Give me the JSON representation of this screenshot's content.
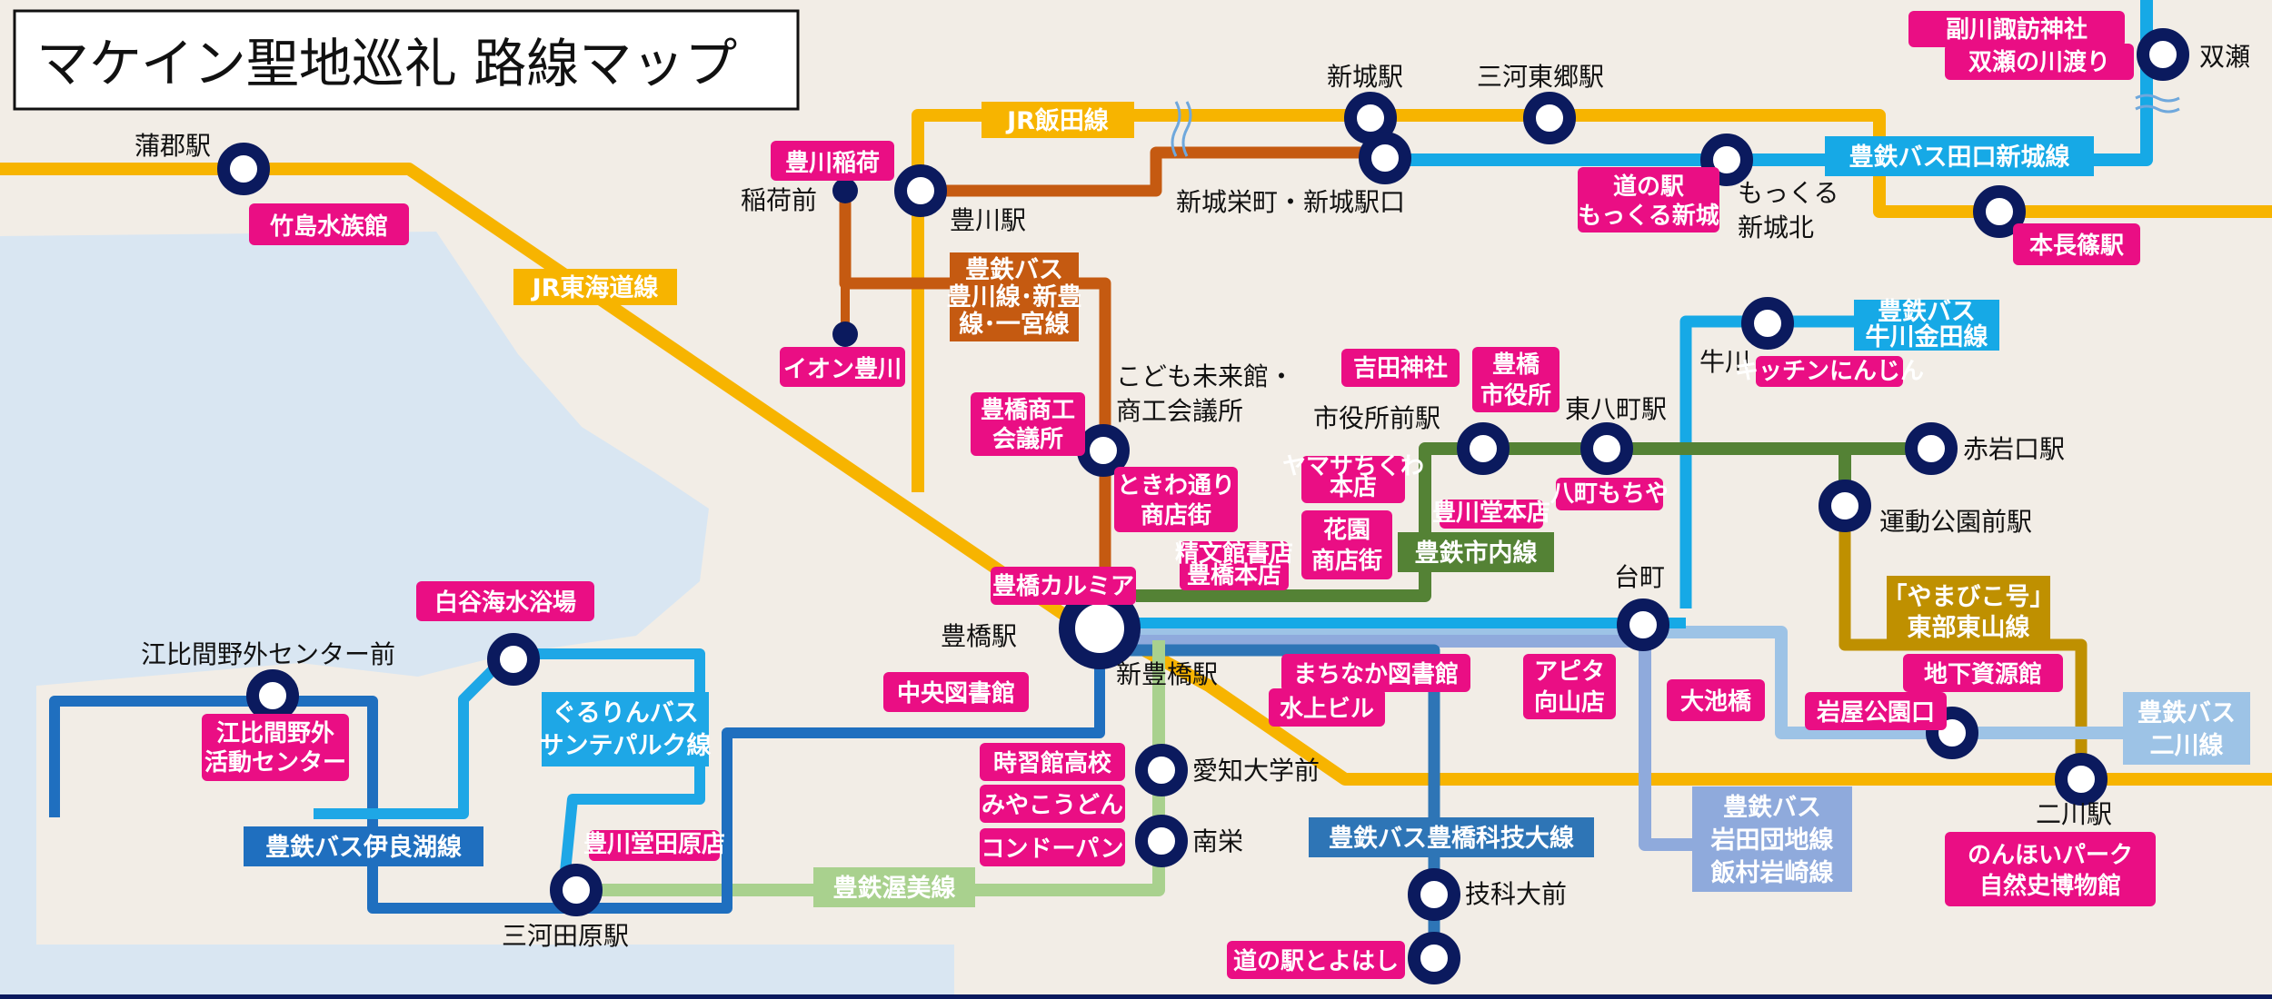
{
  "title": "マケイン聖地巡礼 路線マップ",
  "colors": {
    "background": "#f2ede6",
    "water": "#d9e6f2",
    "jr": "#f7b400",
    "bus_taguchi": "#16a9e6",
    "bus_ushikawa": "#16a9e6",
    "toyokawa_line": "#c55a11",
    "shinai": "#548235",
    "atsumi": "#a9d18e",
    "irako": "#1f6fbf",
    "kurarin": "#1ea7e6",
    "kagidai": "#2e75b6",
    "iwata": "#8faadc",
    "futagawa": "#9dc3e6",
    "higashiyama": "#bf9000",
    "station": "#0b1a5e",
    "spot": "#ea0e84"
  },
  "routes": [
    {
      "id": "jr-tokaido",
      "label": "JR東海道線"
    },
    {
      "id": "jr-iida",
      "label": "JR飯田線"
    },
    {
      "id": "bus-taguchi",
      "label": "豊鉄バス田口新城線"
    },
    {
      "id": "bus-toyokawa",
      "label": "豊鉄バス 豊川線・新豊 線・一宮線"
    },
    {
      "id": "bus-ushikawa",
      "label": "豊鉄バス 牛川金田線"
    },
    {
      "id": "shinai",
      "label": "豊鉄市内線"
    },
    {
      "id": "higashiyama",
      "label": "「やまびこ号」 東部東山線"
    },
    {
      "id": "futagawa",
      "label": "豊鉄バス 二川線"
    },
    {
      "id": "iwata",
      "label": "豊鉄バス 岩田団地線 飯村岩崎線"
    },
    {
      "id": "kagidai",
      "label": "豊鉄バス豊橋科技大線"
    },
    {
      "id": "atsumi",
      "label": "豊鉄渥美線"
    },
    {
      "id": "irako",
      "label": "豊鉄バス伊良湖線"
    },
    {
      "id": "kurarin",
      "label": "ぐるりんバス サンテパルク線"
    }
  ],
  "stations": [
    {
      "id": "gamagori",
      "label": "蒲郡駅"
    },
    {
      "id": "shinshiro",
      "label": "新城駅"
    },
    {
      "id": "mikawa-togo",
      "label": "三河東郷駅"
    },
    {
      "id": "shinshiro-sakae",
      "label": "新城栄町・新城駅口"
    },
    {
      "id": "mokkuru",
      "label": "もっくる 新城北"
    },
    {
      "id": "futase",
      "label": "双瀬"
    },
    {
      "id": "inari",
      "label": "稲荷前"
    },
    {
      "id": "toyokawa",
      "label": "豊川駅"
    },
    {
      "id": "kodomo",
      "label": "こども未来館・ 商工会議所"
    },
    {
      "id": "ushikawa",
      "label": "牛川"
    },
    {
      "id": "shiyakusho",
      "label": "市役所前駅"
    },
    {
      "id": "higashi-hatcho",
      "label": "東八町駅"
    },
    {
      "id": "akaiwaguchi",
      "label": "赤岩口駅"
    },
    {
      "id": "undokoen",
      "label": "運動公園前駅"
    },
    {
      "id": "toyohashi",
      "label": "豊橋駅"
    },
    {
      "id": "shin-toyohashi",
      "label": "新豊橋駅"
    },
    {
      "id": "daimachi",
      "label": "台町"
    },
    {
      "id": "ebima",
      "label": "江比間野外センター前"
    },
    {
      "id": "aichi-univ",
      "label": "愛知大学前"
    },
    {
      "id": "minamisakae",
      "label": "南栄"
    },
    {
      "id": "mikawa-tahara",
      "label": "三河田原駅"
    },
    {
      "id": "gikadai",
      "label": "技科大前"
    },
    {
      "id": "futagawa-st",
      "label": "二川駅"
    }
  ],
  "spots": [
    {
      "id": "takeshima",
      "label": "竹島水族館"
    },
    {
      "id": "toyokawa-inari",
      "label": "豊川稲荷"
    },
    {
      "id": "aeon",
      "label": "イオン豊川"
    },
    {
      "id": "michinoeki-mokkuru",
      "label": "道の駅 もっくる新城"
    },
    {
      "id": "futase-suwa",
      "label": "副川諏訪神社"
    },
    {
      "id": "futase-kawa",
      "label": "双瀬の川渡り"
    },
    {
      "id": "honnagashino",
      "label": "本長篠駅"
    },
    {
      "id": "kitchen-ninjin",
      "label": "キッチンにんじん"
    },
    {
      "id": "yoshida-jinja",
      "label": "吉田神社"
    },
    {
      "id": "toyohashi-city",
      "label": "豊橋 市役所"
    },
    {
      "id": "shoko",
      "label": "豊橋商工 会議所"
    },
    {
      "id": "tokiwa",
      "label": "ときわ通り 商店街"
    },
    {
      "id": "yamasa",
      "label": "ヤマサちくわ 本店"
    },
    {
      "id": "kaen",
      "label": "花園 商店街"
    },
    {
      "id": "toyokawado-honten",
      "label": "豊川堂本店"
    },
    {
      "id": "hatcho-mochiya",
      "label": "八町もちや"
    },
    {
      "id": "seibunkan",
      "label": "精文館書店 豊橋本店"
    },
    {
      "id": "calmia",
      "label": "豊橋カルミア"
    },
    {
      "id": "shirotani",
      "label": "白谷海水浴場"
    },
    {
      "id": "ebima-center",
      "label": "江比間野外 活動センター"
    },
    {
      "id": "chuo-lib",
      "label": "中央図書館"
    },
    {
      "id": "jishukan",
      "label": "時習館高校"
    },
    {
      "id": "miyako",
      "label": "みやこうどん"
    },
    {
      "id": "condor",
      "label": "コンドーパン"
    },
    {
      "id": "machinaka",
      "label": "まちなか図書館"
    },
    {
      "id": "mizukami",
      "label": "水上ビル"
    },
    {
      "id": "apita",
      "label": "アピタ 向山店"
    },
    {
      "id": "oike",
      "label": "大池橋"
    },
    {
      "id": "chika",
      "label": "地下資源館"
    },
    {
      "id": "iwaya",
      "label": "岩屋公園口"
    },
    {
      "id": "nonhoi",
      "label": "のんほいパーク 自然史博物館"
    },
    {
      "id": "michinoeki-toyohashi",
      "label": "道の駅とよはし"
    },
    {
      "id": "toyokawado-tahara",
      "label": "豊川堂田原店"
    }
  ]
}
